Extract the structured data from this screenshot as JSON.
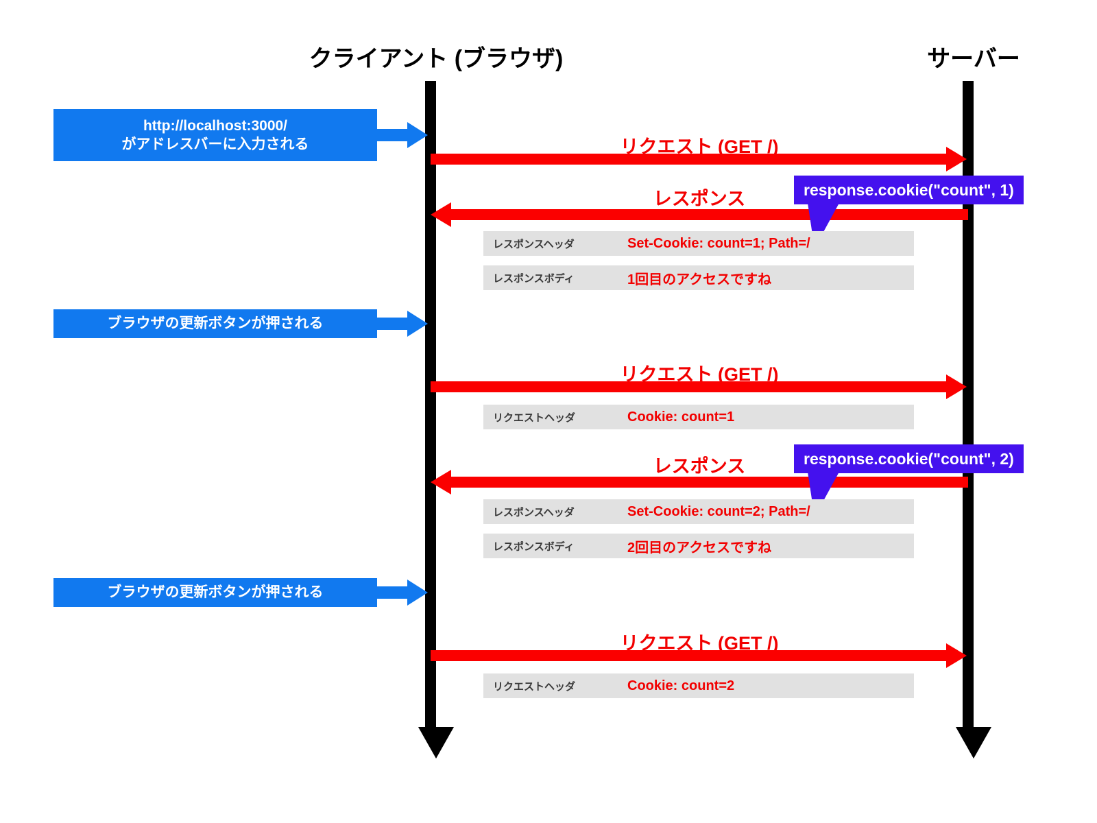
{
  "diagram": {
    "title_client": "クライアント (ブラウザ)",
    "title_server": "サーバー",
    "colors": {
      "blue": "#1179ef",
      "red": "#fb0000",
      "red_text": "#f20000",
      "purple": "#4411ee",
      "gray_row": "#e1e1e1",
      "lifeline": "#000000",
      "row_key_text": "#3a3a3a",
      "background": "#ffffff"
    }
  },
  "events": [
    {
      "id": "event-1",
      "label_line1": "http://localhost:3000/",
      "label_line2": "がアドレスバーに入力される"
    },
    {
      "id": "event-2",
      "label_line1": "ブラウザの更新ボタンが押される",
      "label_line2": ""
    },
    {
      "id": "event-3",
      "label_line1": "ブラウザの更新ボタンが押される",
      "label_line2": ""
    }
  ],
  "messages": [
    {
      "id": "request-1",
      "label": "リクエスト (GET /)",
      "direction": "client-to-server"
    },
    {
      "id": "response-1",
      "label": "レスポンス",
      "direction": "server-to-client"
    },
    {
      "id": "request-2",
      "label": "リクエスト (GET /)",
      "direction": "client-to-server"
    },
    {
      "id": "response-2",
      "label": "レスポンス",
      "direction": "server-to-client"
    },
    {
      "id": "request-3",
      "label": "リクエスト (GET /)",
      "direction": "client-to-server"
    }
  ],
  "detail_rows": [
    {
      "id": "row-1",
      "key": "レスポンスヘッダ",
      "value": "Set-Cookie: count=1; Path=/"
    },
    {
      "id": "row-2",
      "key": "レスポンスボディ",
      "value": "1回目のアクセスですね"
    },
    {
      "id": "row-3",
      "key": "リクエストヘッダ",
      "value": "Cookie: count=1"
    },
    {
      "id": "row-4",
      "key": "レスポンスヘッダ",
      "value": "Set-Cookie: count=2; Path=/"
    },
    {
      "id": "row-5",
      "key": "レスポンスボディ",
      "value": "2回目のアクセスですね"
    },
    {
      "id": "row-6",
      "key": "リクエストヘッダ",
      "value": "Cookie: count=2"
    }
  ],
  "callouts": [
    {
      "id": "callout-1",
      "text": "response.cookie(\"count\", 1)"
    },
    {
      "id": "callout-2",
      "text": "response.cookie(\"count\", 2)"
    }
  ]
}
